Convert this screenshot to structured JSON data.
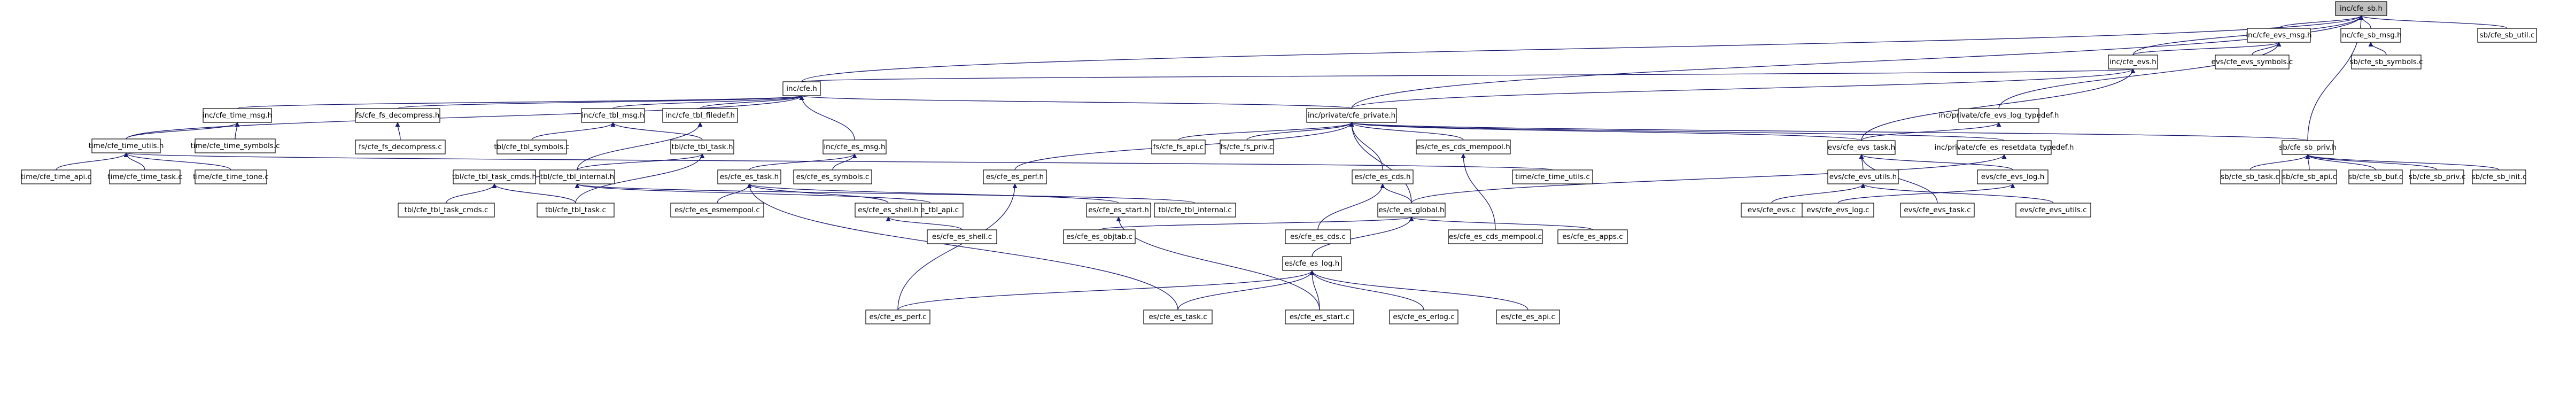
{
  "diagram": {
    "type": "include-dependency-graph",
    "root": "inc/cfe_sb.h",
    "colors": {
      "edge": "#191970",
      "root_fill": "#bfbfbf",
      "node_fill": "#ffffff",
      "border": "#000000"
    },
    "nodes": {
      "sb": "inc/cfe_sb.h",
      "evsmsg": "inc/cfe_evs_msg.h",
      "sbmsg": "inc/cfe_sb_msg.h",
      "sbutil": "sb/cfe_sb_util.c",
      "evs": "inc/cfe_evs.h",
      "evssym": "evs/cfe_evs_symbols.c",
      "sbsym": "sb/cfe_sb_symbols.c",
      "cfeh": "inc/cfe.h",
      "timemsg": "inc/cfe_time_msg.h",
      "fsdecomp": "fs/cfe_fs_decompress.h",
      "tblmsg": "inc/cfe_tbl_msg.h",
      "tblfiledef": "inc/cfe_tbl_filedef.h",
      "private": "inc/private/cfe_private.h",
      "evstypedef": "inc/private/cfe_evs_log_typedef.h",
      "sbpriv": "sb/cfe_sb_priv.h",
      "timeutils": "time/cfe_time_utils.h",
      "timesym": "time/cfe_time_symbols.c",
      "fsdecompc": "fs/cfe_fs_decompress.c",
      "tblsym": "tbl/cfe_tbl_symbols.c",
      "tbltask": "tbl/cfe_tbl_task.h",
      "esmsg": "inc/cfe_es_msg.h",
      "fsapi": "fs/cfe_fs_api.c",
      "fspriv": "fs/cfe_fs_priv.c",
      "escdsmempool": "es/cfe_es_cds_mempool.h",
      "esrtypedef": "inc/private/cfe_es_resetdata_typedef.h",
      "evstask": "evs/cfe_evs_task.h",
      "sbtask": "sb/cfe_sb_task.c",
      "sbapi": "sb/cfe_sb_api.c",
      "sbbuf": "sb/cfe_sb_buf.c",
      "sbpriv_c": "sb/cfe_sb_priv.c",
      "sbinit": "sb/cfe_sb_init.c",
      "timeapi": "time/cfe_time_api.c",
      "timetask": "time/cfe_time_task.c",
      "timetone": "time/cfe_time_tone.c",
      "tblinternal": "tbl/cfe_tbl_internal.h",
      "essym": "es/cfe_es_symbols.c",
      "estask": "es/cfe_es_task.h",
      "esperf": "es/cfe_es_perf.h",
      "escds": "es/cfe_es_cds.h",
      "timeutilsc": "time/cfe_time_utils.c",
      "evsutils": "evs/cfe_evs_utils.h",
      "evslog": "evs/cfe_evs_log.h",
      "tbltaskcmds": "tbl/cfe_tbl_task_cmds.h",
      "tbltaskcmdsc": "tbl/cfe_tbl_task_cmds.c",
      "tbltaskc": "tbl/cfe_tbl_task.c",
      "esmempool": "es/cfe_es_esmempool.c",
      "tblapi": "tbl/cfe_tbl_api.c",
      "esshellh": "es/cfe_es_shell.h",
      "esstarth": "es/cfe_es_start.h",
      "tblinternalc": "tbl/cfe_tbl_internal.c",
      "esglobal": "es/cfe_es_global.h",
      "evsc": "evs/cfe_evs.c",
      "evslogc": "evs/cfe_evs_log.c",
      "evstaskc": "evs/cfe_evs_task.c",
      "evsutilsc": "evs/cfe_evs_utils.c",
      "esshellc": "es/cfe_es_shell.c",
      "esobjtab": "es/cfe_es_objtab.c",
      "escdsc": "es/cfe_es_cds.c",
      "escdsmempoolc": "es/cfe_es_cds_mempool.c",
      "esapps": "es/cfe_es_apps.c",
      "eslog": "es/cfe_es_log.h",
      "esperfc": "es/cfe_es_perf.c",
      "estaskc": "es/cfe_es_task.c",
      "esstartc": "es/cfe_es_start.c",
      "eserlog": "es/cfe_es_erlog.c",
      "esapi": "es/cfe_es_api.c"
    }
  }
}
